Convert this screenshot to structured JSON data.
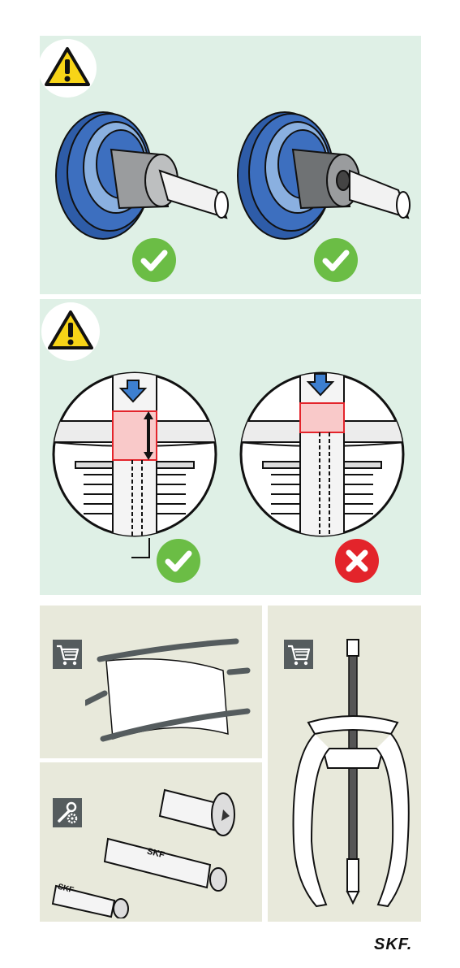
{
  "brand": {
    "logo_text": "SKF.",
    "color": "#111111"
  },
  "colors": {
    "panel_green": "#dff0e6",
    "panel_beige": "#e8e9db",
    "check_green": "#6bbd45",
    "cross_red": "#e3242b",
    "warning_yellow": "#f7d417",
    "bearing_blue": "#3d6fbf"
  },
  "icons": {
    "warning": "warning-icon",
    "check": "check-icon",
    "cross": "cross-icon",
    "cart": "shopping-cart-icon",
    "tools": "wrench-gear-icon"
  },
  "panels": [
    {
      "name": "bearing-shaft-panel",
      "status": [
        "correct",
        "correct"
      ]
    },
    {
      "name": "spindle-thread-panel",
      "status": [
        "correct",
        "incorrect"
      ]
    },
    {
      "name": "safety-net-panel"
    },
    {
      "name": "adapters-panel",
      "labels": [
        "SKF",
        "SKF"
      ]
    },
    {
      "name": "puller-panel"
    }
  ]
}
